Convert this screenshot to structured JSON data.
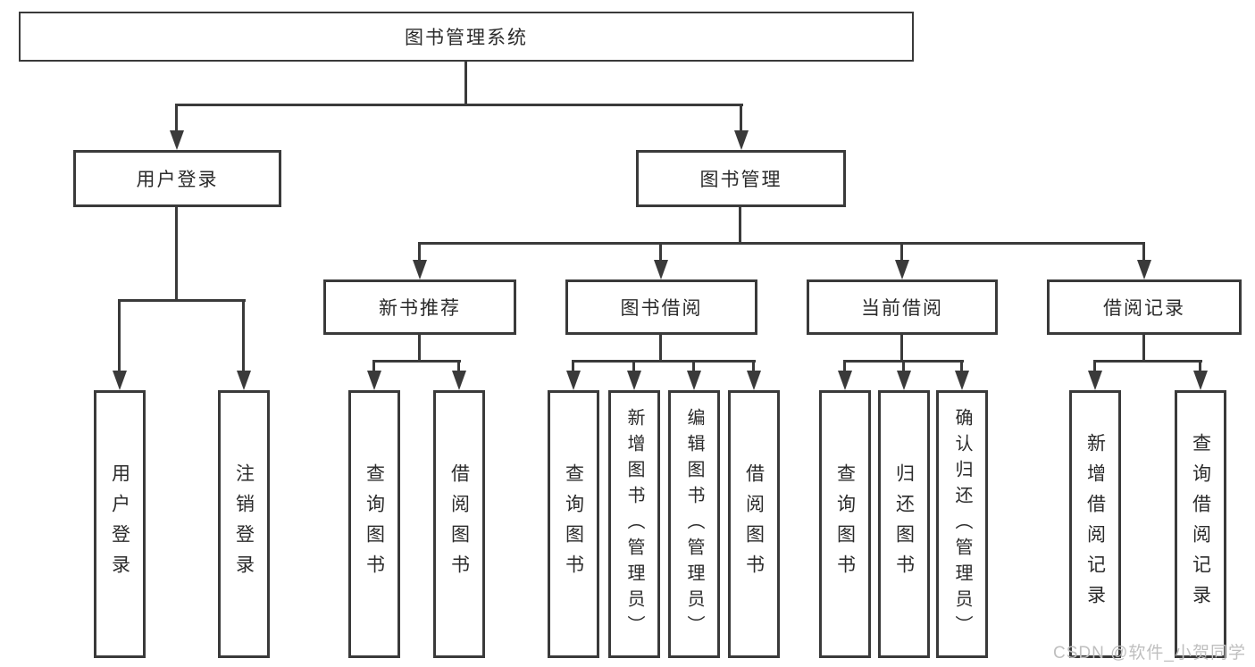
{
  "tree": {
    "root": {
      "label": "图书管理系统",
      "children": [
        {
          "label": "用户登录",
          "children": [
            {
              "label": "用户登录"
            },
            {
              "label": "注销登录"
            }
          ]
        },
        {
          "label": "图书管理",
          "children": [
            {
              "label": "新书推荐",
              "children": [
                {
                  "label": "查询图书"
                },
                {
                  "label": "借阅图书"
                }
              ]
            },
            {
              "label": "图书借阅",
              "children": [
                {
                  "label": "查询图书"
                },
                {
                  "label": "新增图书（管理员）"
                },
                {
                  "label": "编辑图书（管理员）"
                },
                {
                  "label": "借阅图书"
                }
              ]
            },
            {
              "label": "当前借阅",
              "children": [
                {
                  "label": "查询图书"
                },
                {
                  "label": "归还图书"
                },
                {
                  "label": "确认归还（管理员）"
                }
              ]
            },
            {
              "label": "借阅记录",
              "children": [
                {
                  "label": "新增借阅记录"
                },
                {
                  "label": "查询借阅记录"
                }
              ]
            }
          ]
        }
      ]
    }
  },
  "watermark": "CSDN @软件_小贺同学",
  "colors": {
    "line": "#3a3a3a",
    "text": "#2b2b2b",
    "background": "#ffffff",
    "watermark": "#bfbfbf"
  }
}
